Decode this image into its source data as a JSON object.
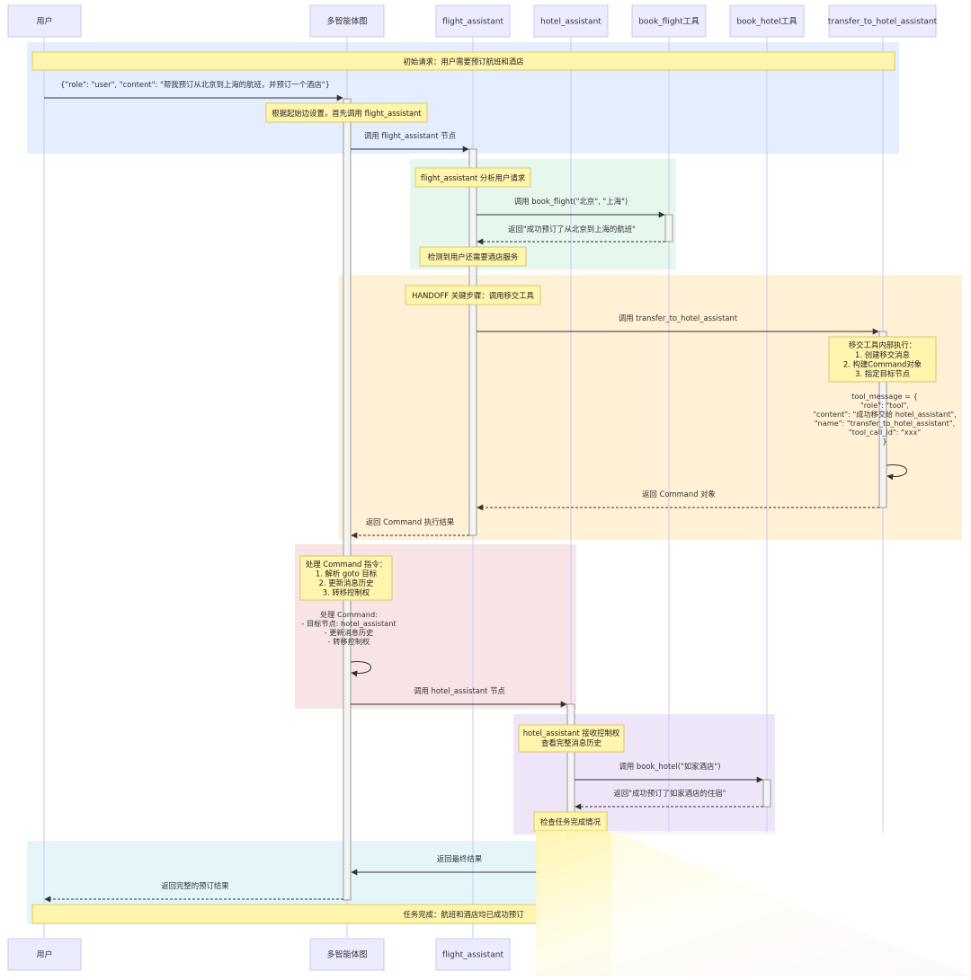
{
  "actors": [
    {
      "id": "user",
      "label": "用户"
    },
    {
      "id": "graph",
      "label": "多智能体图"
    },
    {
      "id": "flight",
      "label": "flight_assistant"
    },
    {
      "id": "hotel",
      "label": "hotel_assistant"
    },
    {
      "id": "book_flight",
      "label": "book_flight工具"
    },
    {
      "id": "book_hotel",
      "label": "book_hotel工具"
    },
    {
      "id": "transfer",
      "label": "transfer_to_hotel_assistant"
    }
  ],
  "bottom_actors": [
    "user",
    "graph",
    "flight"
  ],
  "regions": [
    {
      "color": "#E5EEFF"
    },
    {
      "color": "#E6F7EE"
    },
    {
      "color": "#FFF0D6"
    },
    {
      "color": "#F8E4E4"
    },
    {
      "color": "#EEE6F8"
    },
    {
      "color": "#E4F6FA"
    }
  ],
  "notes": {
    "initial_request": "初始请求：用户需要预订航班和酒店",
    "start_edge": "根据起始边设置，首先调用 flight_assistant",
    "flight_analyze": "flight_assistant 分析用户请求",
    "detect_hotel": "检测到用户还需要酒店服务",
    "handoff": "HANDOFF 关键步骤：调用移交工具",
    "transfer_internal": [
      "移交工具内部执行：",
      "1. 创建移交消息",
      "2. 构建Command对象",
      "3. 指定目标节点"
    ],
    "process_command": [
      "处理 Command 指令：",
      "1. 解析 goto 目标",
      "2. 更新消息历史",
      "3. 转移控制权"
    ],
    "hotel_receive": [
      "hotel_assistant 接收控制权",
      "查看完整消息历史"
    ],
    "check_done": "检查任务完成情况",
    "task_done": "任务完成：航班和酒店均已成功预订"
  },
  "messages": {
    "user_request": "{\"role\": \"user\", \"content\": \"帮我预订从北京到上海的航班，并预订一个酒店\"}",
    "call_flight": "调用 flight_assistant 节点",
    "call_book_flight": "调用 book_flight(\"北京\", \"上海\")",
    "ret_book_flight": "返回\"成功预订了从北京到上海的航班\"",
    "call_transfer": "调用 transfer_to_hotel_assistant",
    "tool_message": [
      "tool_message = {",
      "\"role\": \"tool\",",
      "\"content\": \"成功移交给 hotel_assistant\",",
      "\"name\": \"transfer_to_hotel_assistant\",",
      "\"tool_call_id\": \"xxx\"",
      "}"
    ],
    "ret_command_obj": "返回 Command 对象",
    "ret_command_result": "返回 Command 执行结果",
    "process_command_msg": [
      "处理 Command:",
      "- 目标节点: hotel_assistant",
      "- 更新消息历史",
      "- 转移控制权"
    ],
    "call_hotel": "调用 hotel_assistant 节点",
    "call_book_hotel": "调用 book_hotel(\"如家酒店\")",
    "ret_book_hotel": "返回\"成功预订了如家酒店的住宿\"",
    "ret_final": "返回最终结果",
    "ret_complete": "返回完整的预订结果"
  }
}
